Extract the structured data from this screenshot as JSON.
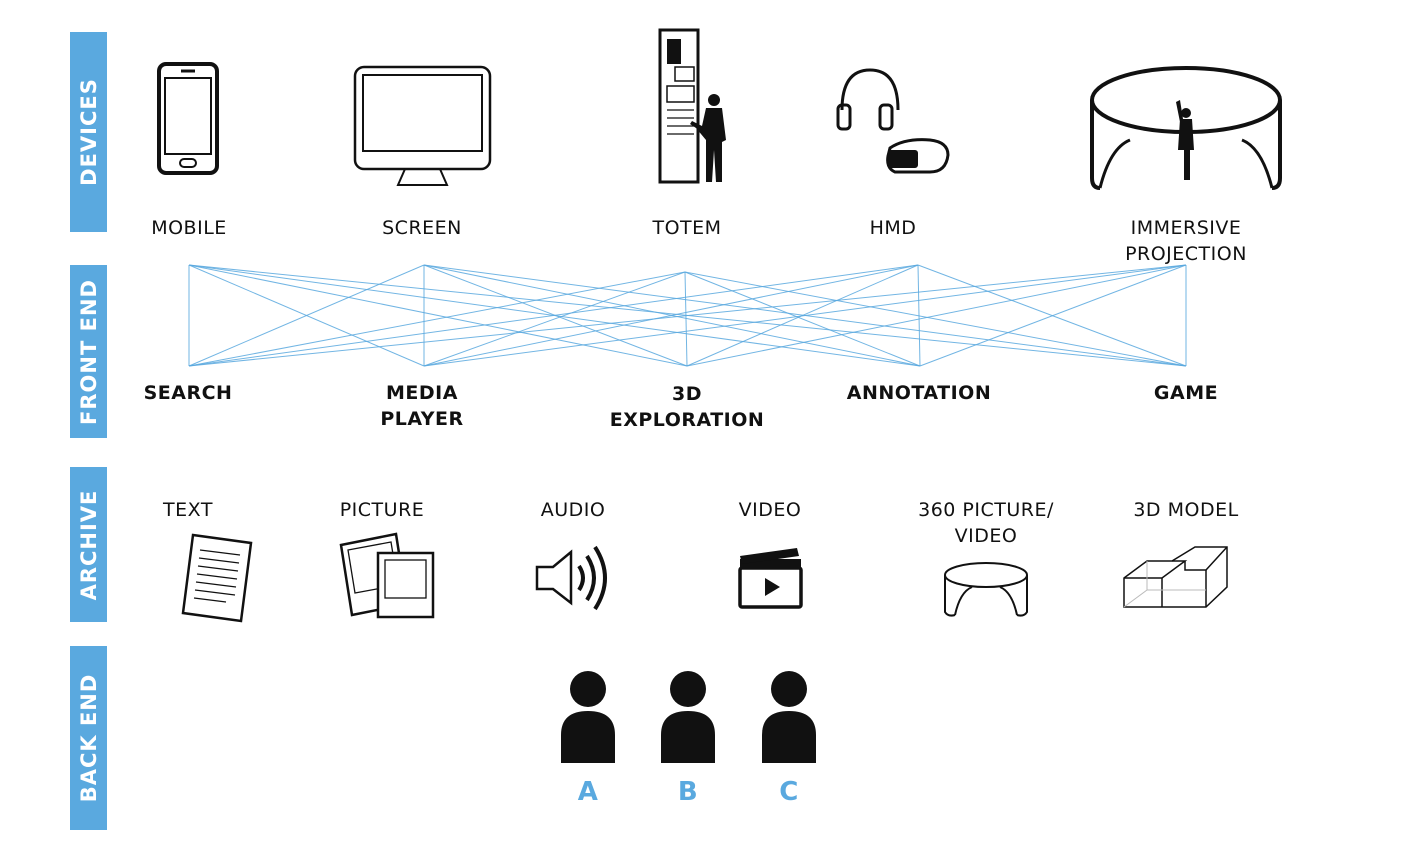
{
  "bands": {
    "devices": "DEVICES",
    "front_end": "FRONT END",
    "archive": "ARCHIVE",
    "back_end": "BACK END"
  },
  "devices": {
    "mobile": "MOBILE",
    "screen": "SCREEN",
    "totem": "TOTEM",
    "hmd": "HMD",
    "immersive": "IMMERSIVE\nPROJECTION"
  },
  "front_end": {
    "search": "SEARCH",
    "media_player": "MEDIA\nPLAYER",
    "exploration": "3D\nEXPLORATION",
    "annotation": "ANNOTATION",
    "game": "GAME"
  },
  "archive": {
    "text": "TEXT",
    "picture": "PICTURE",
    "audio": "AUDIO",
    "video": "VIDEO",
    "pano": "360 PICTURE/\nVIDEO",
    "model": "3D MODEL"
  },
  "back_end": {
    "a": "A",
    "b": "B",
    "c": "C"
  },
  "colors": {
    "band": "#5aa9df",
    "connector": "#5aa9df"
  }
}
